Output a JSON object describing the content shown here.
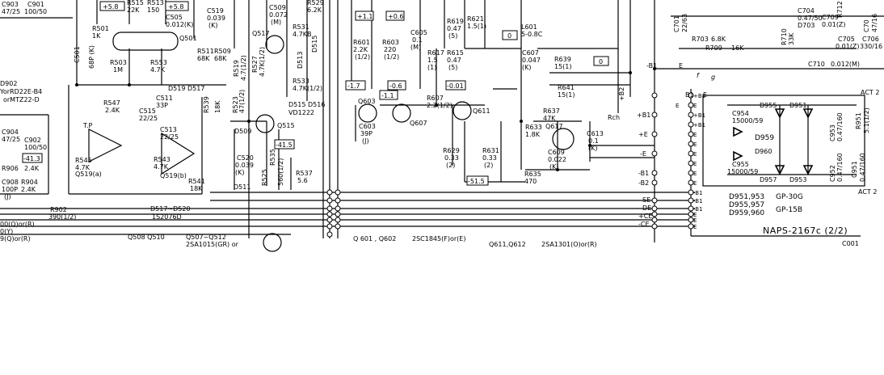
{
  "schematic": {
    "title": "NAPS-2167c (2/2)",
    "top_left": [
      "C903",
      "C901",
      "47/25",
      "100/50"
    ],
    "voltages": {
      "v1": "+5.8",
      "v2": "+5.8",
      "v3": "+1.1",
      "v4": "+0.6",
      "v5": "0",
      "v6": "0",
      "v7": "-1.7",
      "v8": "-0.6",
      "v9": "-1.1",
      "v10": "-0.01",
      "v11": "-41.5",
      "v12": "-51.5",
      "v13": "-41.3"
    },
    "components": {
      "r515": "R515",
      "r515v": "22K",
      "r513": "R513",
      "r513v": "150",
      "c505": "C505",
      "c505v": "0.012(K)",
      "q501": "Q501",
      "r501": "R501",
      "r501v": "1K",
      "c501": "C501",
      "c501v": "68P (K)",
      "r503": "R503",
      "r503v": "1M",
      "r553": "R553",
      "r553v": "4.7K",
      "r511": "R511",
      "r511v": "68K",
      "r509": "R509",
      "r509v": "68K",
      "c519": "C519",
      "c519v": "0.039",
      "c519k": "(K)",
      "c509": "C509",
      "c509v": "0.072",
      "c509m": "(M)",
      "q517": "Q517",
      "r527": "R527",
      "r527v": "4.7K(1/2)",
      "r519": "R519",
      "r519v": "4.7(1/2)",
      "r531": "R531",
      "r531v": "4.7KB",
      "r529": "R529",
      "r529v": "6.2K",
      "d513": "D513",
      "d515": "D515",
      "r533": "R533",
      "r533v": "4.7K(1/2)",
      "d515d516": "D515 D516",
      "vd1222": "VD1222",
      "r547": "R547",
      "r547v": "2.4K",
      "c511": "C511",
      "c511v": "33P",
      "c515": "C515",
      "c515v": "22/25",
      "c513": "C513",
      "c513v": "22/25",
      "d519": "D519",
      "d517": "D517",
      "r539": "R539",
      "r539v": "18K",
      "r523": "R523",
      "r523v": "47(1/2)",
      "q515": "Q515",
      "d509": "D509",
      "c520": "C520",
      "c520v": "0.039",
      "c520k": "(K)",
      "d511": "D511",
      "r525": "R525",
      "r535": "R535",
      "r535v": "560(1/2)",
      "r537": "R537",
      "r537v": "5.6",
      "tp": "T.P",
      "q519a": "Q519(a)",
      "q519b": "Q519(b)",
      "r545": "R545",
      "r545v": "4.7K",
      "r543": "R543",
      "r543v": "4.7K",
      "r541": "R541",
      "r541v": "18K",
      "d517_520": "D517~D520",
      "is2076": "1S2076D",
      "d902": "D902",
      "d902_part": "YorRD22E-B4",
      "d902_part2": "orMTZ22-D",
      "c904": "C904",
      "c904v": "47/25",
      "c902": "C902",
      "c902v": "100/50",
      "r906": "R906",
      "r906v": "2.4K",
      "c908": "C908",
      "c908v": "100P",
      "c908j": "(J)",
      "r904": "R904",
      "r904v": "2.4K",
      "r902": "R902",
      "r902v": "390(1/2)",
      "left_note1": "00(Q)or(R)",
      "left_note2": "0(Y)",
      "left_note3": "9(Q)or(R)",
      "q508": "Q508 Q510",
      "q507_512": "Q507~Q512",
      "q_part": "2SA1015(GR) or",
      "r601": "R601",
      "r601v": "2.2K",
      "r601w": "(1/2)",
      "r603": "R603",
      "r603v": "220",
      "r603w": "(1/2)",
      "c605": "C605",
      "c605v": "0.1",
      "c605m": "(M)",
      "q603": "Q603",
      "c603": "C603",
      "c603v": "39P",
      "c603j": "(J)",
      "q607": "Q607",
      "r607": "R607",
      "r607v": "2.2(1/2)",
      "r617": "R617",
      "r617v": "1.5",
      "r617w": "(1)",
      "r619": "R619",
      "r619v": "0.47",
      "r619w": "(5)",
      "r615": "R615",
      "r615v": "0.47",
      "r615w": "(5)",
      "r621": "R621",
      "r621v": "1.5(1)",
      "q611": "Q611",
      "r629": "R629",
      "r629v": "0.33",
      "r629w": "(2)",
      "r631": "R631",
      "r631v": "0.33",
      "r631w": "(2)",
      "l601": "L601",
      "l601v": "5-0.8C",
      "c607": "C607",
      "c607v": "0.047",
      "c607k": "(K)",
      "r639": "R639",
      "r639v": "15(1)",
      "r641": "R641",
      "r641v": "15(1)",
      "rch": "Rch",
      "r637": "R637",
      "r637v": "47K",
      "q617": "Q617",
      "r633": "R633",
      "r633v": "1.8K",
      "c609": "C609",
      "c609v": "0.022",
      "c609k": "(K)",
      "c613": "C613",
      "c613v": "0.1",
      "c613k": "(K)",
      "r635": "R635",
      "r635v": "470",
      "q601": "Q 601 , Q602",
      "q601_part": "2SC1845(F)or(E)",
      "q611_612": "Q611,Q612",
      "q611_part": "2SA1301(O)or(R)",
      "c704": "C704",
      "c704v": "0.47/50",
      "c709": "C709",
      "c709v": "0.01(Z)",
      "d703": "D703",
      "c701": "C701",
      "c701v": "22/63",
      "r703": "R703",
      "r703v": "6.8K",
      "r709": "R709",
      "r709v": "16K",
      "r710": "R710",
      "r710v": "33K",
      "c705": "C705",
      "c705v": "0.01(Z)",
      "c706": "C706",
      "c706v": "330/16",
      "c710": "C710",
      "c710v": "0.012(M)",
      "r712": "R712",
      "c710_16": "C70",
      "c710_16v": "47/16",
      "c954": "C954",
      "c954v": "15000/59",
      "c955": "C955",
      "c955v": "15000/59",
      "d955": "D955",
      "d951": "D951",
      "d959": "D959",
      "d960": "D960",
      "d957": "D957",
      "d953": "D953",
      "c953": "C953",
      "c953v": "0.47/160",
      "r951": "R951",
      "r951v": "5.1(1/2)",
      "c952": "C952",
      "c952v": "0.47/160",
      "c951": "C951",
      "c951v": "0.47/160",
      "act2a": "ACT 2",
      "act2b": "ACT 2",
      "d_list1": "D951,953",
      "d_list1v": "GP-30G",
      "d_list2": "D955,957",
      "d_list3": "D959,960",
      "d_list3v": "GP-15B",
      "c001": "C001",
      "term_b1": "B1",
      "term_b2": "B2",
      "term_e": "E",
      "term_f": "f",
      "term_g": "g"
    },
    "rails": {
      "p_b1": "+B1",
      "p_b2": "+B2",
      "p_e": "+E",
      "m_e": "-E",
      "m_b1": "-B1",
      "m_b2": "-B2",
      "se": "SE",
      "de": "DE",
      "pce": "+CE",
      "mce": "-CE",
      "right_b1": "-B1",
      "right_e": "E"
    },
    "terminal_labels": [
      "+B1",
      "E",
      "+B1",
      "+B1",
      "E",
      "E",
      "E",
      "E",
      "E",
      "E",
      "-B1",
      "-B1",
      "-B1",
      "E",
      "E",
      "E",
      "E"
    ]
  }
}
